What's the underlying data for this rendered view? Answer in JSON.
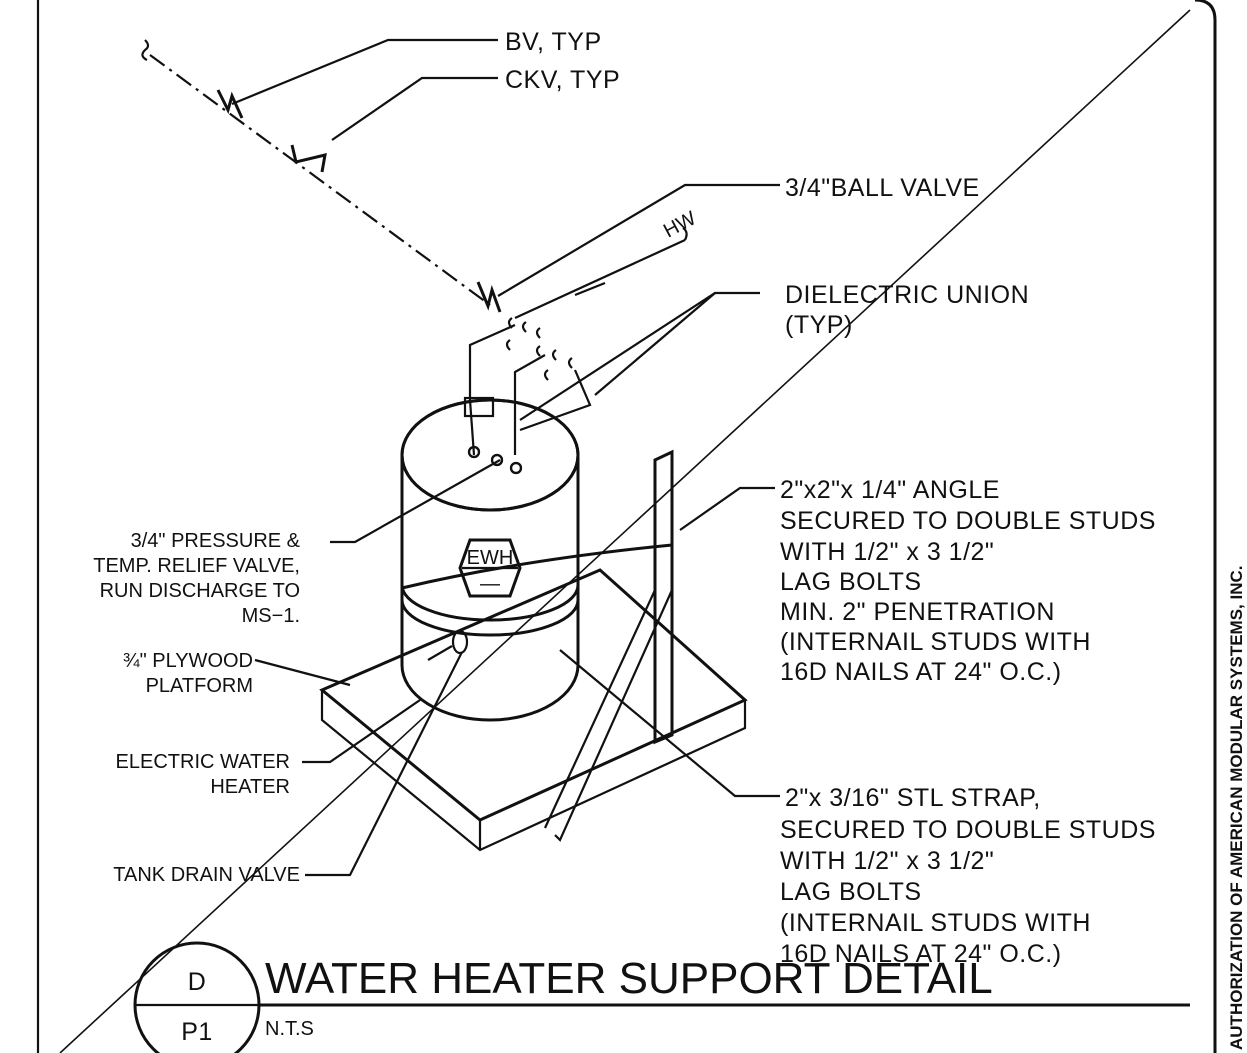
{
  "labels": {
    "bv": "BV, TYP",
    "ckv": "CKV, TYP",
    "ball_valve": "3/4\"BALL VALVE",
    "hw": "HW",
    "dielectric": [
      "DIELECTRIC UNION",
      "(TYP)"
    ],
    "angle": [
      "2\"x2\"x  1/4\"  ANGLE",
      "SECURED  TO  DOUBLE  STUDS",
      "WITH  1/2\"  x  3  1/2\"",
      "LAG  BOLTS",
      "MIN.  2\"  PENETRATION",
      "(INTERNAIL  STUDS  WITH",
      "16D  NAILS  AT  24\"  O.C.)"
    ],
    "relief": [
      "3/4\"  PRESSURE  &",
      "TEMP.  RELIEF  VALVE,",
      "RUN  DISCHARGE  TO",
      "MS−1."
    ],
    "plywood": [
      "¾\"  PLYWOOD",
      "PLATFORM"
    ],
    "heater": [
      "ELECTRIC  WATER",
      "HEATER"
    ],
    "drain": "TANK  DRAIN  VALVE",
    "strap": [
      "2\"x  3/16\"  STL  STRAP,",
      "SECURED  TO  DOUBLE  STUDS",
      "WITH  1/2\"  x  3  1/2\"",
      "LAG  BOLTS",
      "(INTERNAIL  STUDS  WITH",
      "16D  NAILS  AT  24\"  O.C.)"
    ],
    "ewh": "EWH",
    "ewh_dash": "—"
  },
  "title_block": {
    "detail_letter": "D",
    "sheet": "P1",
    "title": "WATER HEATER SUPPORT DETAIL",
    "scale": "N.T.S"
  },
  "side_text": "AUTHORIZATION OF AMERICAN MODULAR SYSTEMS, INC."
}
